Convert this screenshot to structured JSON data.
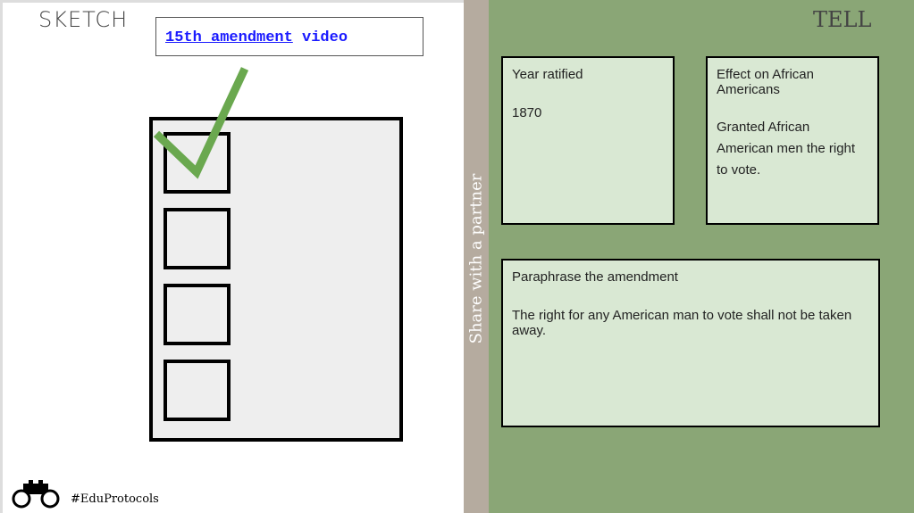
{
  "sketch": {
    "title": "SKETCH",
    "link_text": "15th amendment",
    "link_suffix": " video",
    "logo_text": "#EduProtocols"
  },
  "strip": {
    "label": "Share with a partner"
  },
  "tell": {
    "title": "TELL",
    "cards": [
      {
        "title": "Year ratified",
        "body": "1870"
      },
      {
        "title": "Effect on African Americans",
        "body": "Granted African American men the right to vote."
      },
      {
        "title": "Paraphrase the amendment",
        "body": "The right for any American man to vote shall not be taken away."
      }
    ]
  },
  "colors": {
    "green_panel": "#8aa676",
    "card": "#d9e8d3",
    "check": "#6aa84f",
    "link": "#1a1aff"
  }
}
